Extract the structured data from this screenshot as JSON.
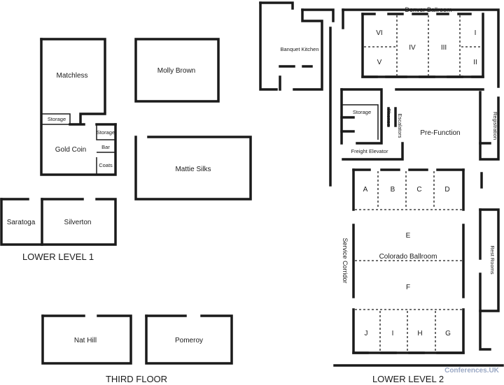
{
  "levels": {
    "lower1": "LOWER LEVEL 1",
    "third": "THIRD FLOOR",
    "lower2": "LOWER LEVEL 2"
  },
  "rooms": {
    "matchless": "Matchless",
    "molly_brown": "Molly Brown",
    "storage_ll1": "Storage",
    "storage_small": "Storage",
    "bar": "Bar",
    "gold_coin": "Gold Coin",
    "coats": "Coats",
    "mattie_silks": "Mattie Silks",
    "saratoga": "Saratoga",
    "silverton": "Silverton",
    "nat_hill": "Nat Hill",
    "pomeroy": "Pomeroy",
    "denver_ballroom": "Denver Ballroom",
    "banquet_kitchen": "Banquet Kitchen",
    "storage_ll2": "Storage",
    "phones": "Phones",
    "escalators": "Escalators",
    "pre_function": "Pre-Function",
    "registration": "Registration",
    "freight_elevator": "Freight Elevator",
    "service_corridor": "Service Corridor",
    "colorado_ballroom": "Colorado Ballroom",
    "rest_rooms": "Rest Rooms"
  },
  "denver_sections": [
    "VI",
    "V",
    "IV",
    "III",
    "I",
    "II"
  ],
  "colorado_sections": {
    "top": [
      "A",
      "B",
      "C",
      "D"
    ],
    "e": "E",
    "f": "F",
    "bottom": [
      "J",
      "I",
      "H",
      "G"
    ]
  },
  "watermark": "Conferences.UK"
}
